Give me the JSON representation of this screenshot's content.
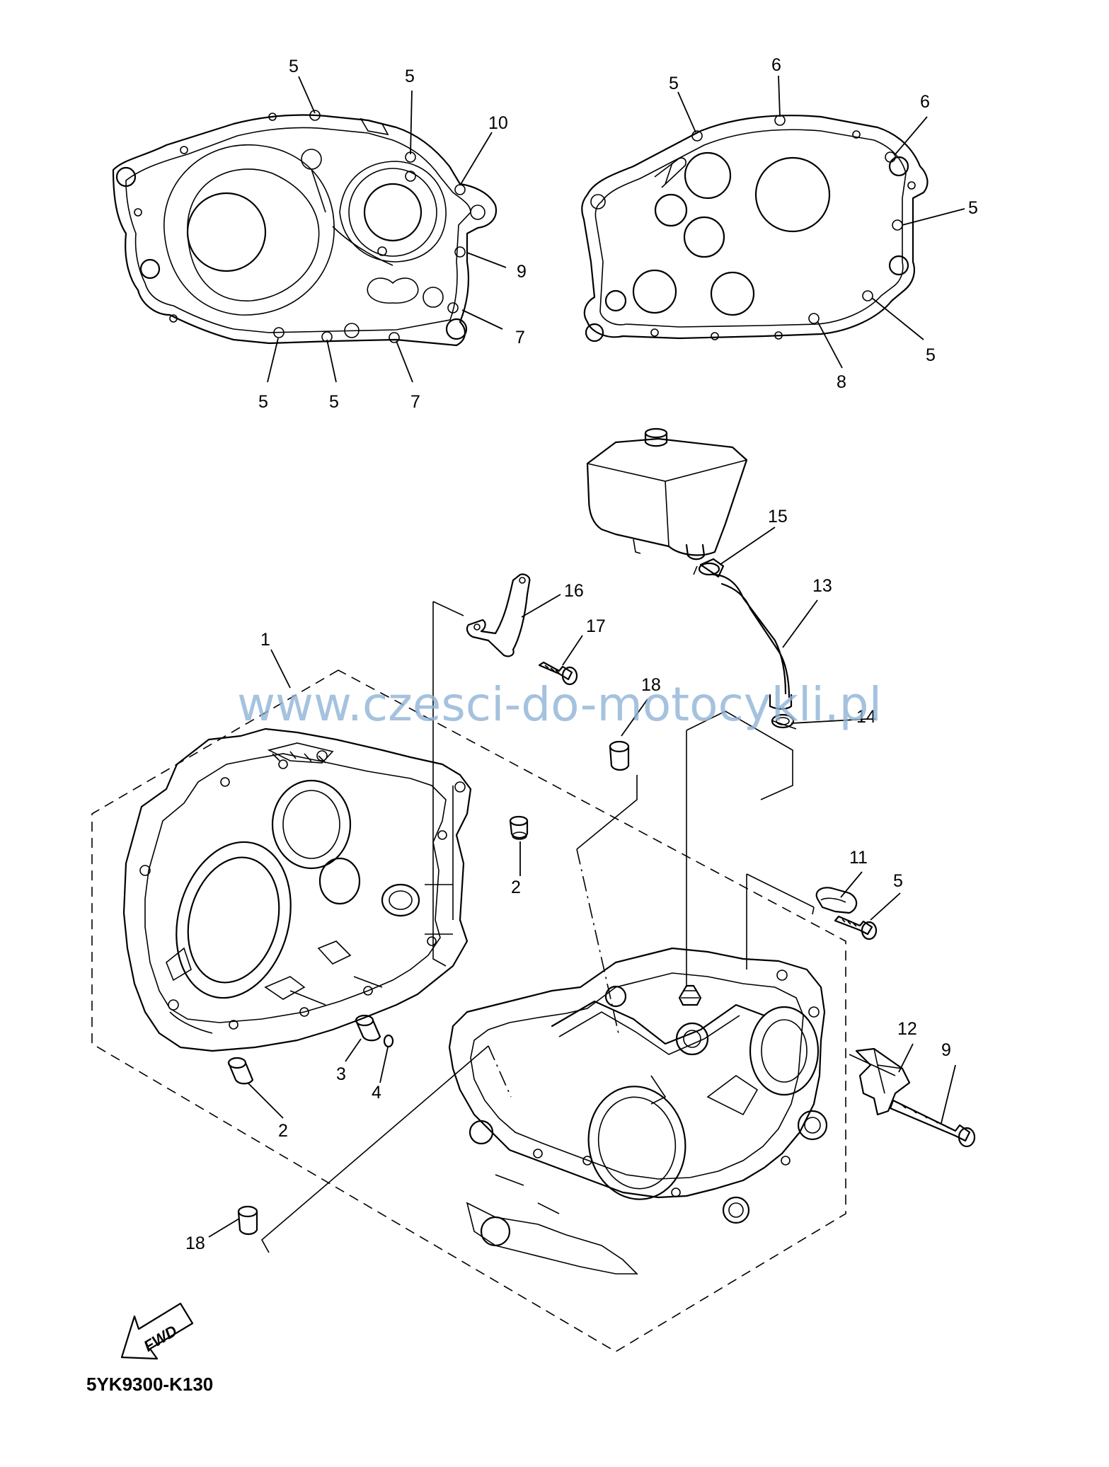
{
  "watermark": "www.czesci-do-motocykli.pl",
  "diagram_code": "5YK9300-K130",
  "fwd_label": "FWD",
  "callouts": {
    "c1": "5",
    "c2": "5",
    "c3": "10",
    "c4": "9",
    "c5": "7",
    "c6": "5",
    "c7": "5",
    "c8": "7",
    "c9": "5",
    "c10": "6",
    "c11": "6",
    "c12": "5",
    "c13": "5",
    "c14": "8",
    "c15": "15",
    "c16": "13",
    "c17": "16",
    "c18": "17",
    "c19": "1",
    "c20": "18",
    "c21": "14",
    "c22": "2",
    "c23": "3",
    "c24": "4",
    "c25": "2",
    "c26": "11",
    "c27": "5",
    "c28": "12",
    "c29": "9",
    "c30": "18"
  }
}
